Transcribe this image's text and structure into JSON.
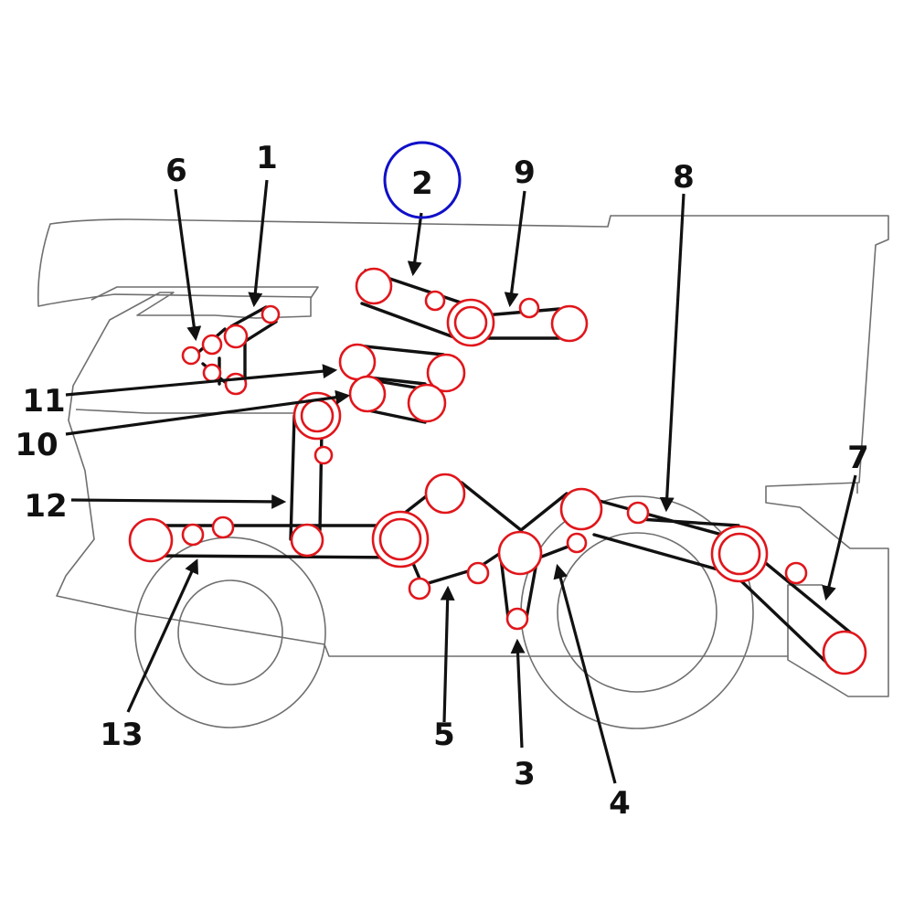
{
  "diagram": {
    "colors": {
      "pulley": "#e0161b",
      "belt": "#111111",
      "outline": "#6f6f6f",
      "highlight": "#1010c8"
    },
    "highlighted_label": "2",
    "callouts": [
      {
        "label": "1"
      },
      {
        "label": "2"
      },
      {
        "label": "3"
      },
      {
        "label": "4"
      },
      {
        "label": "5"
      },
      {
        "label": "6"
      },
      {
        "label": "7"
      },
      {
        "label": "8"
      },
      {
        "label": "9"
      },
      {
        "label": "10"
      },
      {
        "label": "11"
      },
      {
        "label": "12"
      },
      {
        "label": "13"
      }
    ]
  }
}
